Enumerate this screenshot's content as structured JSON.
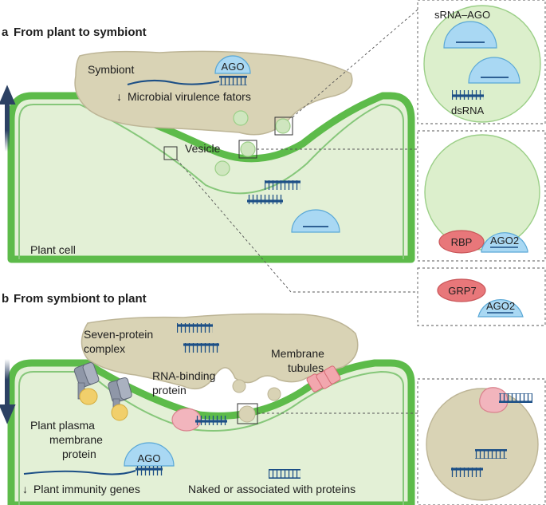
{
  "panel_a": {
    "letter": "a",
    "title": "From plant to symbiont",
    "symbiont": "Symbiont",
    "ago": "AGO",
    "virulence": "Microbial virulence fators",
    "vesicle": "Vesicle",
    "plant_cell": "Plant cell",
    "inset1": {
      "srna_ago": "sRNA–AGO",
      "dsrna": "dsRNA"
    },
    "inset2": {
      "rbp": "RBP",
      "ago2": "AGO2"
    },
    "inset3": {
      "grp7": "GRP7",
      "ago2": "AGO2"
    }
  },
  "panel_b": {
    "letter": "b",
    "title": "From symbiont to plant",
    "seven_protein": [
      "Seven-protein",
      "complex"
    ],
    "rna_binding": [
      "RNA-binding",
      "protein"
    ],
    "membrane_tubules": [
      "Membrane",
      "tubules"
    ],
    "plant_plasma": [
      "Plant plasma",
      "membrane",
      "protein"
    ],
    "ago": "AGO",
    "immunity": "Plant immunity genes",
    "naked": "Naked or associated with proteins"
  },
  "glyphs": {
    "down_arrow": "↓"
  },
  "colors": {
    "cell_fill": "#e3f0d6",
    "cell_wall": "#5dbb4a",
    "symbiont_fill": "#d9d3b5",
    "ago_fill": "#a9d8f3",
    "rna_blue": "#1c4f86",
    "rbp_fill": "#e8777a",
    "pink_protein": "#f2b5bd",
    "arrow": "#2c4163"
  }
}
